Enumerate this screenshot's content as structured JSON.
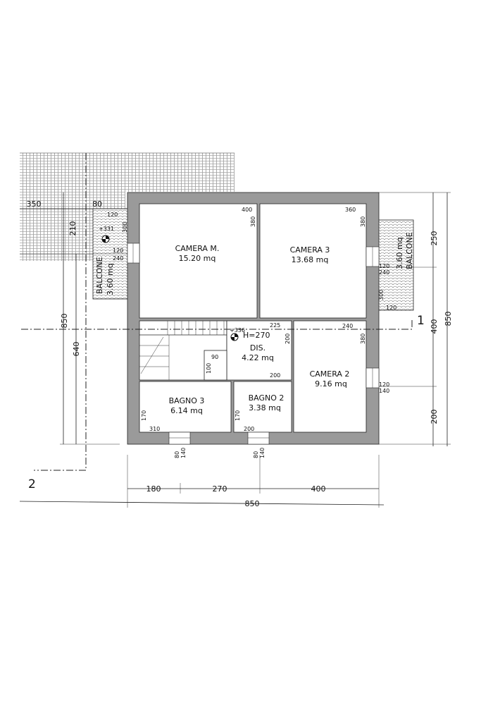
{
  "rooms": {
    "camera_m": {
      "name": "CAMERA M.",
      "area": "15.20 mq"
    },
    "camera_3": {
      "name": "CAMERA 3",
      "area": "13.68 mq"
    },
    "camera_2": {
      "name": "CAMERA 2",
      "area": "9.16 mq"
    },
    "dis": {
      "name": "DIS.",
      "area": "4.22 mq",
      "height": "H=270"
    },
    "bagno_3": {
      "name": "BAGNO 3",
      "area": "6.14 mq"
    },
    "bagno_2": {
      "name": "BAGNO 2",
      "area": "3.38 mq"
    },
    "balcone_left": {
      "name": "BALCONE",
      "area": "3.60 mq"
    },
    "balcone_right": {
      "name": "BALCONE",
      "area": "3.60 mq"
    }
  },
  "levels": {
    "left": "+331",
    "center": "+336"
  },
  "dimensions": {
    "bottom": [
      "180",
      "270",
      "400"
    ],
    "bottom_total": "850",
    "right": [
      "250",
      "400",
      "200"
    ],
    "right_total": "850",
    "left_outer": "850",
    "left_inner": "640",
    "top_left_350": "350",
    "top_left_80": "80",
    "top_left_210": "210",
    "camera_m_w": "400",
    "camera_m_h": "380",
    "camera_3_w": "360",
    "camera_3_h": "380",
    "camera_2_w": "240",
    "camera_2_h": "380",
    "dis_w": "225",
    "dis_h": "200",
    "dis_bottom": "200",
    "stair_90": "90",
    "stair_100": "100",
    "bagno_3_w": "310",
    "bagno_3_h": "170",
    "bagno_2_w": "200",
    "bagno_2_h": "170",
    "win_120_a": "120",
    "win_240_a": "240",
    "win_120_b": "120",
    "win_300_a": "300",
    "win_120_c": "120",
    "win_240_b": "240",
    "win_300_b": "300",
    "win_120_d": "120",
    "win_120_e": "120",
    "win_140_e": "140",
    "win_80_a": "80",
    "win_140_a": "140",
    "win_80_b": "80",
    "win_140_b": "140"
  },
  "section_marks": {
    "one": "1",
    "two": "2"
  }
}
